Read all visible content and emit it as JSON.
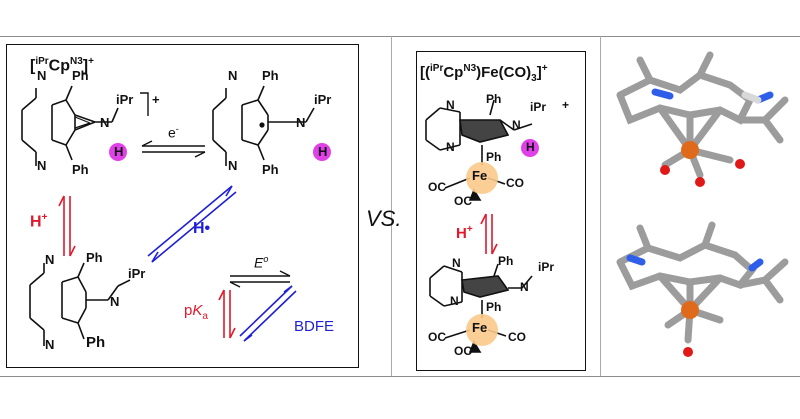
{
  "left_panel": {
    "title_pre": "[",
    "title_sup1": "iPr",
    "title_main": "Cp",
    "title_sup2": "N3",
    "title_post": "]",
    "title_charge": "+",
    "label_N": "N",
    "label_Ph": "Ph",
    "label_iPr": "iPr",
    "label_H": "H",
    "label_plus": "+",
    "electron_label": "e",
    "electron_sup": "-",
    "proton_label": "H",
    "proton_sup": "+",
    "hatom_label": "H•",
    "e0_label": "E",
    "e0_sup": "o",
    "pka_prefix": "p",
    "pka_k": "K",
    "pka_sub": "a",
    "bdfe_label": "BDFE"
  },
  "vs_label": "VS.",
  "right_panel": {
    "title_pre": "[(",
    "title_sup1": "iPr",
    "title_main": "Cp",
    "title_sup2": "N3",
    "title_post": ")Fe(CO)",
    "title_sub": "3",
    "title_close": "]",
    "title_charge": "+",
    "label_Fe": "Fe",
    "label_OC": "OC",
    "label_CO": "CO",
    "proton_label": "H",
    "proton_sup": "+"
  },
  "colors": {
    "proton_red": "#e0192b",
    "hatom_blue": "#1f1fd6",
    "h_highlight_magenta": "#e040e8",
    "fe_highlight_orange": "#f9c98a",
    "fe_atom": "#e06a1c",
    "carbon_gray": "#a0a0a0",
    "nitrogen_blue": "#2f5ee8",
    "oxygen_red": "#e01818"
  }
}
